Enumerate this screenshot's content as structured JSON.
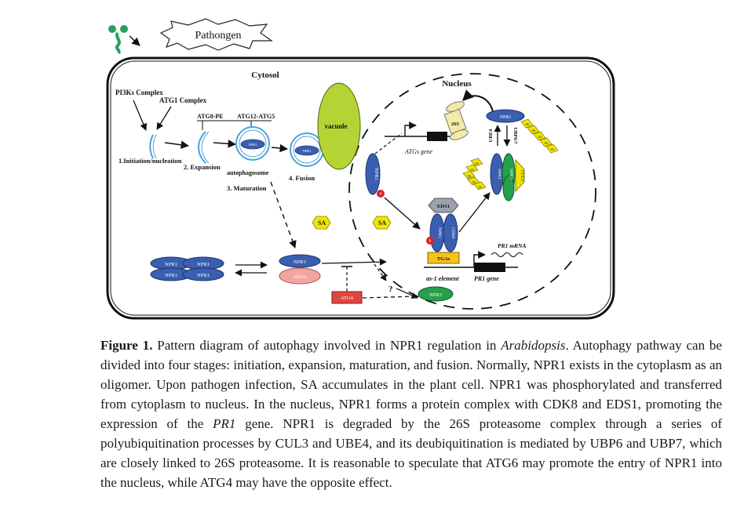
{
  "diagram": {
    "pathogen_label": "Pathongen",
    "cytosol_label": "Cytosol",
    "nucleus_label": "Nucleus",
    "pi3k_label": "PI3Ks Complex",
    "atg1_label": "ATG1 Complex",
    "atg8_label": "ATG8-PE",
    "atg12_label": "ATG12-ATG5",
    "stage1_label": "1.Initiation/nucleation",
    "stage2_label": "2. Expansion",
    "stage3_label": "3. Maturation",
    "stage4_label": "4. Fusion",
    "autophagosome_label": "autophagosome",
    "vacuole_label": "vacuole",
    "npr1_label": "NPR1",
    "atg6_label": "ATG6",
    "atg4_label": "ATG4",
    "npr3_label": "NPR3",
    "sa_label": "SA",
    "s26_label": "26S",
    "atgs_gene_label": "ATGs gene",
    "eds1_label": "EDS1",
    "cdk8_label": "CDK8",
    "tgas_label": "TGAs",
    "as1_label": "as-1 element",
    "pr1_mrna_label": "PR1 mRNA",
    "pr1_gene_label": "PR1 gene",
    "ube4_label": "UBE4",
    "ubp67_label": "UBP6/7",
    "cul3_label": "CUL3",
    "ub_label": "Ub",
    "p_label": "P",
    "question_label": "?",
    "colors": {
      "npr1": "#3a5fb0",
      "vacuole": "#b5d334",
      "sa": "#f2e500",
      "atg6": "#f3a6a0",
      "atg4": "#e0463f",
      "npr3": "#25a04b",
      "tgas": "#f7c21a",
      "eds1": "#9aa3ad",
      "phospho": "#e02020"
    }
  },
  "caption": {
    "label": "Figure 1.",
    "part1": " Pattern diagram of autophagy involved in NPR1 regulation in ",
    "organism": "Arabidopsis",
    "part2": ". Autophagy pathway can be divided into four stages: initiation, expansion, maturation, and fusion. Normally, NPR1 exists in the cytoplasm as an oligomer. Upon pathogen infection, SA accumulates in the plant cell. NPR1 was phosphorylated and transferred from cytoplasm to nucleus. In the nucleus, NPR1 forms a protein complex with CDK8 and EDS1, promoting the expression of the ",
    "gene": "PR1",
    "part3": " gene. NPR1 is degraded by the 26S proteasome complex through a series of polyubiquitination processes by CUL3 and UBE4, and its deubiquitination is mediated by UBP6 and UBP7, which are closely linked to 26S proteasome. It is reasonable to speculate that ATG6 may promote the entry of NPR1 into the nucleus, while ATG4 may have the opposite effect."
  }
}
